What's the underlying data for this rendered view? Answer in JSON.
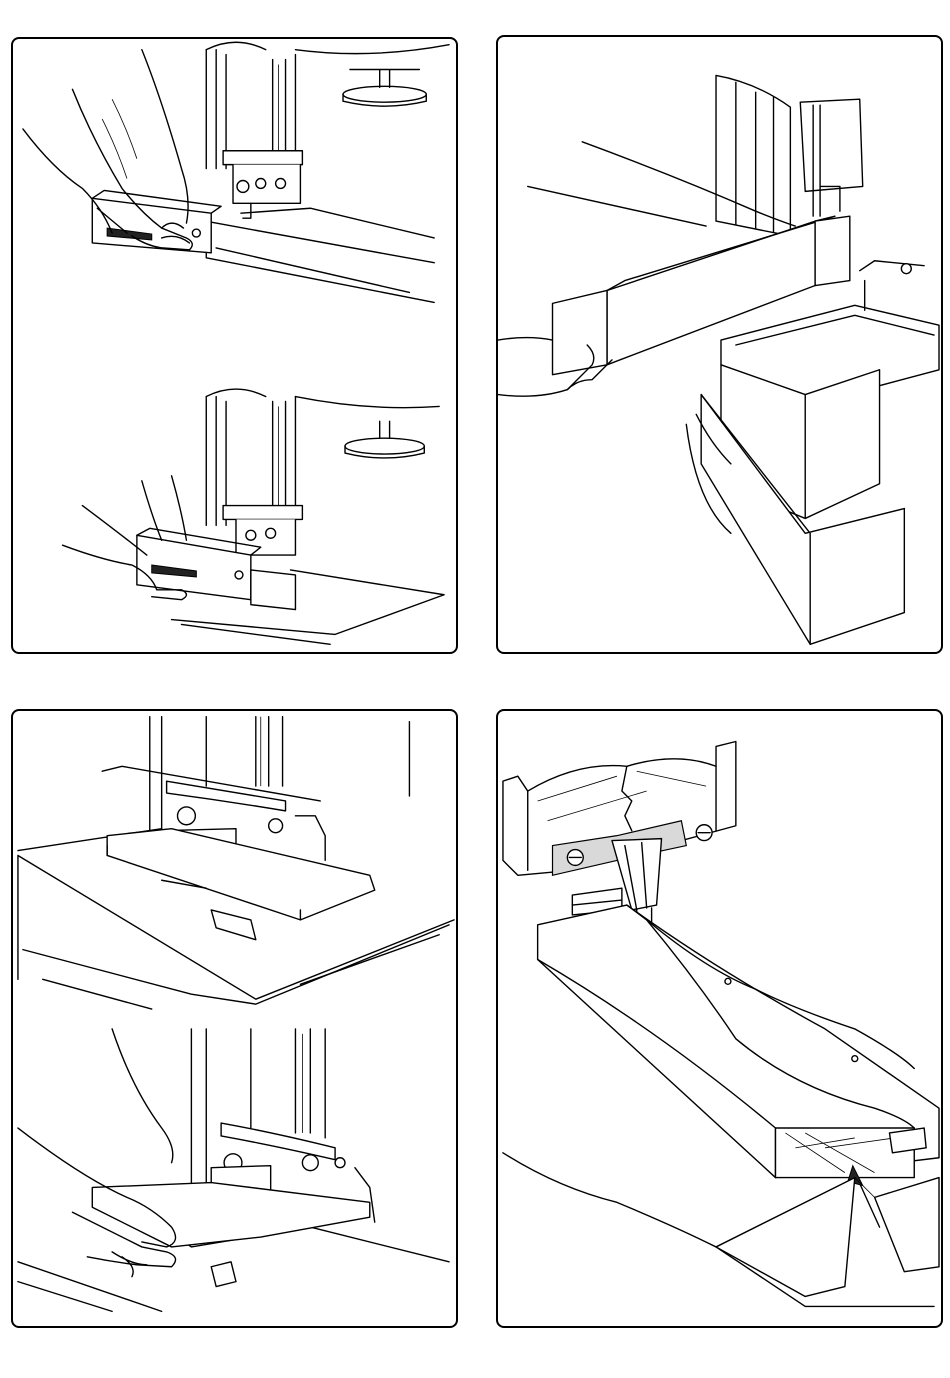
{
  "document": {
    "type": "illustration-sheet",
    "panel_count": 4
  },
  "panels": [
    {
      "id": "p1",
      "subject": "miter-gauge-crosscut-illustration"
    },
    {
      "id": "p2",
      "subject": "fence-rip-cut-illustration"
    },
    {
      "id": "p3",
      "subject": "notch-cut-illustration"
    },
    {
      "id": "p4",
      "subject": "curved-cut-closeup-illustration"
    }
  ],
  "colors": {
    "ink": "#000000",
    "paper": "#ffffff",
    "shade": "#d9d9d9"
  }
}
